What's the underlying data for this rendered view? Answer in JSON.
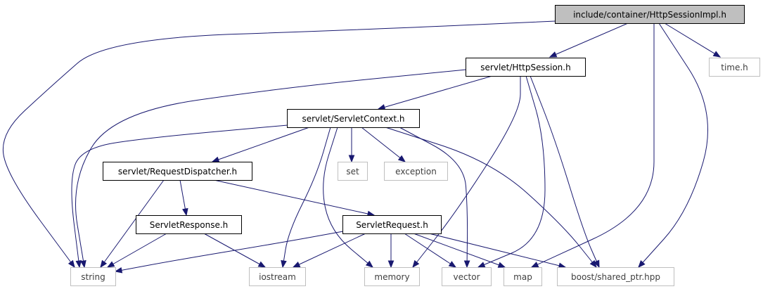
{
  "graph": {
    "nodes": [
      {
        "id": "httpsessionimpl",
        "label": "include/container/HttpSessionImpl.h",
        "style": "root"
      },
      {
        "id": "httpsession",
        "label": "servlet/HttpSession.h",
        "style": "documented"
      },
      {
        "id": "timeh",
        "label": "time.h",
        "style": "external"
      },
      {
        "id": "servletcontext",
        "label": "servlet/ServletContext.h",
        "style": "documented"
      },
      {
        "id": "requestdispatcher",
        "label": "servlet/RequestDispatcher.h",
        "style": "documented"
      },
      {
        "id": "set",
        "label": "set",
        "style": "external"
      },
      {
        "id": "exception",
        "label": "exception",
        "style": "external"
      },
      {
        "id": "servletresponse",
        "label": "ServletResponse.h",
        "style": "documented"
      },
      {
        "id": "servletrequest",
        "label": "ServletRequest.h",
        "style": "documented"
      },
      {
        "id": "string",
        "label": "string",
        "style": "external"
      },
      {
        "id": "iostream",
        "label": "iostream",
        "style": "external"
      },
      {
        "id": "memory",
        "label": "memory",
        "style": "external"
      },
      {
        "id": "vector",
        "label": "vector",
        "style": "external"
      },
      {
        "id": "map",
        "label": "map",
        "style": "external"
      },
      {
        "id": "sharedptr",
        "label": "boost/shared_ptr.hpp",
        "style": "external"
      }
    ],
    "edges": [
      {
        "from": "httpsessionimpl",
        "to": "httpsession"
      },
      {
        "from": "httpsessionimpl",
        "to": "timeh"
      },
      {
        "from": "httpsessionimpl",
        "to": "string"
      },
      {
        "from": "httpsessionimpl",
        "to": "map"
      },
      {
        "from": "httpsessionimpl",
        "to": "sharedptr"
      },
      {
        "from": "httpsession",
        "to": "servletcontext"
      },
      {
        "from": "httpsession",
        "to": "string"
      },
      {
        "from": "httpsession",
        "to": "memory"
      },
      {
        "from": "httpsession",
        "to": "vector"
      },
      {
        "from": "httpsession",
        "to": "sharedptr"
      },
      {
        "from": "servletcontext",
        "to": "requestdispatcher"
      },
      {
        "from": "servletcontext",
        "to": "set"
      },
      {
        "from": "servletcontext",
        "to": "exception"
      },
      {
        "from": "servletcontext",
        "to": "string"
      },
      {
        "from": "servletcontext",
        "to": "iostream"
      },
      {
        "from": "servletcontext",
        "to": "memory"
      },
      {
        "from": "servletcontext",
        "to": "vector"
      },
      {
        "from": "servletcontext",
        "to": "sharedptr"
      },
      {
        "from": "requestdispatcher",
        "to": "servletresponse"
      },
      {
        "from": "requestdispatcher",
        "to": "servletrequest"
      },
      {
        "from": "requestdispatcher",
        "to": "string"
      },
      {
        "from": "servletresponse",
        "to": "string"
      },
      {
        "from": "servletresponse",
        "to": "iostream"
      },
      {
        "from": "servletrequest",
        "to": "string"
      },
      {
        "from": "servletrequest",
        "to": "iostream"
      },
      {
        "from": "servletrequest",
        "to": "memory"
      },
      {
        "from": "servletrequest",
        "to": "vector"
      },
      {
        "from": "servletrequest",
        "to": "map"
      },
      {
        "from": "servletrequest",
        "to": "sharedptr"
      }
    ]
  },
  "colors": {
    "edge": "#191970",
    "root_fill": "#bfbfbf",
    "documented_border": "#000000",
    "external_border": "#bfbfbf",
    "external_text": "#404040"
  }
}
